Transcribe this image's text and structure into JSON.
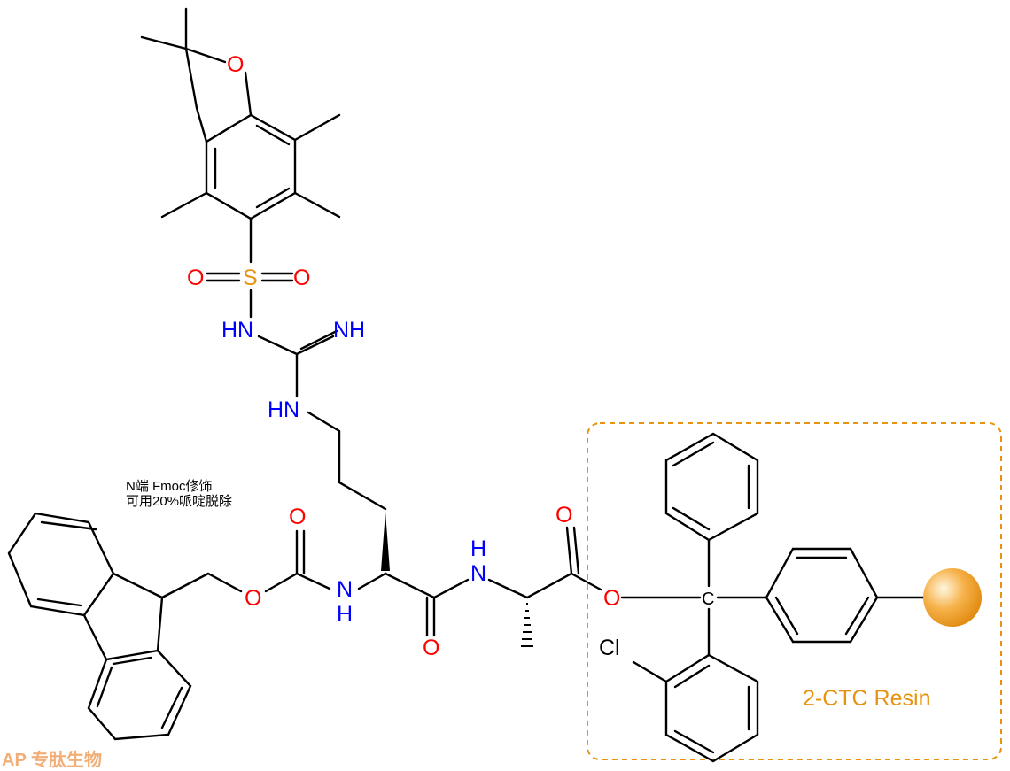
{
  "annotation": {
    "line1": "N端 Fmoc修饰",
    "line2": "可用20%哌啶脱除"
  },
  "resin_label": "2-CTC Resin",
  "watermark": "AP 专肽生物",
  "atoms": {
    "o_furan": "O",
    "s": "S",
    "o_s1": "O",
    "o_s2": "O",
    "nh_sulfonyl": "HN",
    "nh_imine": "NH",
    "nh_guan": "HN",
    "o_carbamate_dbl": "O",
    "o_carbamate": "O",
    "n_carbamate": "N",
    "h_carbamate": "H",
    "o_amide": "O",
    "n_amide": "N",
    "h_amide": "H",
    "o_ester_dbl": "O",
    "o_ester": "O",
    "c_trityl": "C",
    "cl": "Cl"
  },
  "colors": {
    "oxygen": "#ff0000",
    "nitrogen": "#0000ff",
    "sulfur": "#e8930f",
    "resin": "#e8930f"
  }
}
